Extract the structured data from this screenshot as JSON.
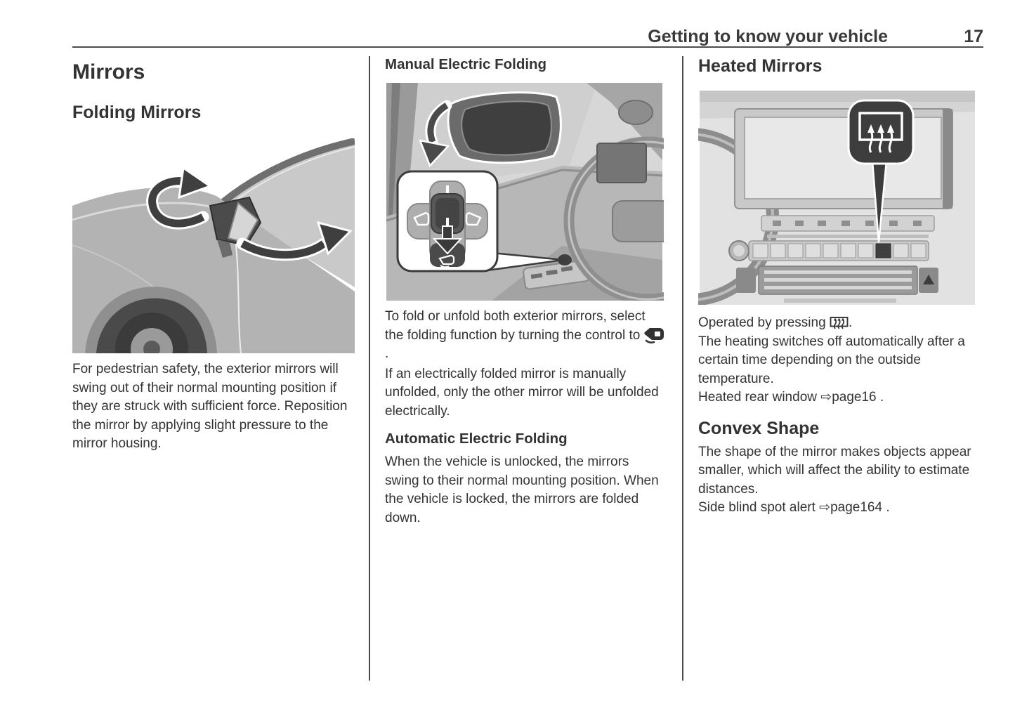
{
  "header": {
    "title": "Getting to know your vehicle",
    "page_number": "17"
  },
  "left": {
    "title": "Mirrors",
    "subtitle": "Folding Mirrors",
    "paragraph": "For pedestrian safety, the exterior mirrors will swing out of their normal mounting position if they are struck with sufficient force. Reposition the mirror by applying slight pressure to the mirror housing."
  },
  "middle": {
    "heading_manual": "Manual Electric Folding",
    "para1_before": "To fold or unfold both exterior mirrors, select the folding function by turning the control to ",
    "para1_after": ".",
    "para2": "If an electrically folded mirror is manually unfolded, only the other mirror will be unfolded electrically.",
    "heading_auto": "Automatic Electric Folding",
    "para3": "When the vehicle is unlocked, the mirrors swing to their normal mounting position. When the vehicle is locked, the mirrors are folded down."
  },
  "right": {
    "heading_heated": "Heated Mirrors",
    "para1_before": "Operated by pressing ",
    "para1_after": ".",
    "para2": "The heating switches off automatically after a certain time depending on the outside temperature.",
    "ref1_label": "Heated rear window ",
    "ref1_arrow": "⇨",
    "ref1_page": "page16 .",
    "heading_convex": "Convex Shape",
    "para3": "The shape of the mirror makes objects appear smaller, which will affect the ability to estimate distances.",
    "ref2_label": "Side blind spot alert ",
    "ref2_arrow": "⇨",
    "ref2_page": "page164 ."
  },
  "icons": {
    "mirror_fold": "mirror-fold-symbol",
    "heated_rear_window": "heated-rear-window-symbol",
    "cross_reference": "rightwards-white-arrow"
  },
  "colors": {
    "text": "#333333",
    "rule": "#4d4d4d",
    "illustration_dark": "#3f3f3f",
    "illustration_mid": "#b3b3b3",
    "illustration_light": "#d7d7d7"
  }
}
